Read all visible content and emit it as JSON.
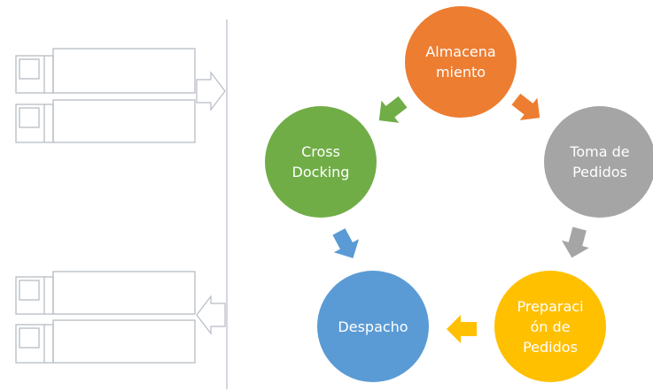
{
  "diagram": {
    "nodes": [
      {
        "id": "almacenamiento",
        "label": "Almacena\nmiento",
        "color": "#ED7D31"
      },
      {
        "id": "toma-de-pedidos",
        "label": "Toma de\nPedidos",
        "color": "#A5A5A5"
      },
      {
        "id": "preparacion-de-pedidos",
        "label": "Preparaci\nón de\nPedidos",
        "color": "#FFC000"
      },
      {
        "id": "despacho",
        "label": "Despacho",
        "color": "#5B9BD5"
      },
      {
        "id": "cross-docking",
        "label": "Cross\nDocking",
        "color": "#70AD47"
      }
    ],
    "edges": [
      {
        "from": "almacenamiento",
        "to": "toma-de-pedidos",
        "color": "#ED7D31"
      },
      {
        "from": "toma-de-pedidos",
        "to": "preparacion-de-pedidos",
        "color": "#A5A5A5"
      },
      {
        "from": "preparacion-de-pedidos",
        "to": "despacho",
        "color": "#FFC000"
      },
      {
        "from": "almacenamiento",
        "to": "cross-docking",
        "color": "#70AD47"
      },
      {
        "from": "cross-docking",
        "to": "despacho",
        "color": "#5B9BD5"
      }
    ]
  },
  "dock_illustration": {
    "truck_count": 4,
    "line_color": "#B7BCC4"
  }
}
